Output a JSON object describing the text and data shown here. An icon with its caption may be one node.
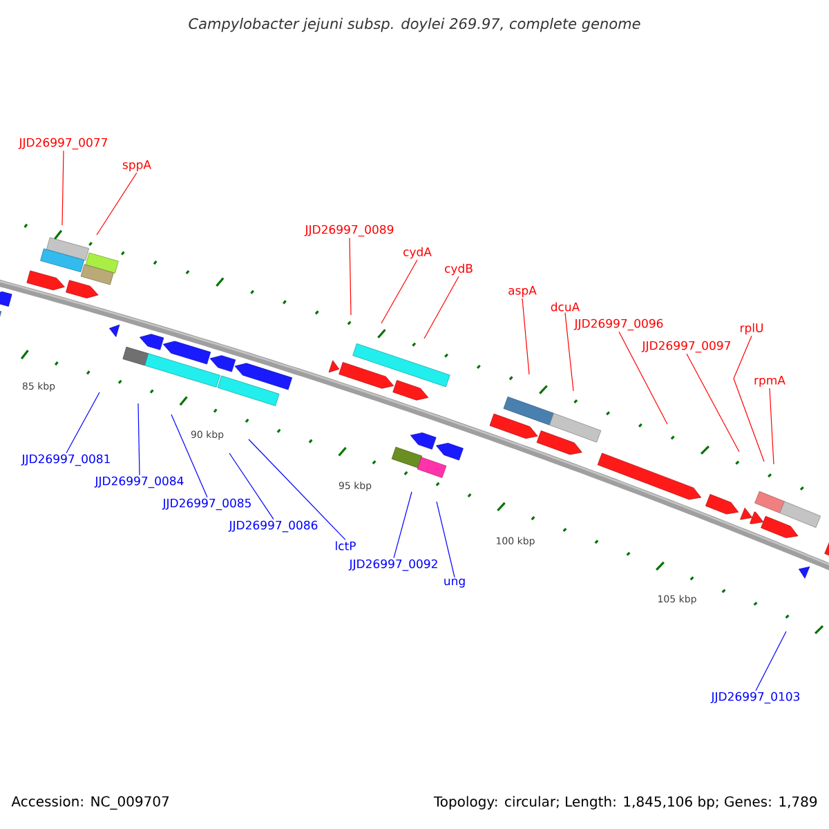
{
  "diagram": {
    "title": "Campylobacter jejuni subsp. doylei 269.97, complete genome",
    "nodes": [
      {
        "text": [
          "JJD26997_0077"
        ]
      },
      {
        "text": [
          "sppA"
        ]
      },
      {
        "text": [
          "JJD26997_0089"
        ]
      },
      {
        "text": [
          "cydA"
        ]
      },
      {
        "text": [
          "cydB"
        ]
      },
      {
        "text": [
          "aspA"
        ]
      },
      {
        "text": [
          "dcuA"
        ]
      },
      {
        "text": [
          "JJD26997_0096"
        ]
      },
      {
        "text": [
          "JJD26997_0097"
        ]
      },
      {
        "text": [
          "rplU"
        ]
      },
      {
        "text": [
          "rpmA"
        ]
      },
      {
        "text": [
          "JJD26997_0081"
        ]
      },
      {
        "text": [
          "JJD26997_0084"
        ]
      },
      {
        "text": [
          "JJD26997_0085"
        ]
      },
      {
        "text": [
          "JJD26997_0086"
        ]
      },
      {
        "text": [
          "lctP"
        ]
      },
      {
        "text": [
          "JJD26997_0092"
        ]
      },
      {
        "text": [
          "ung"
        ]
      },
      {
        "text": [
          "JJD26997_0103"
        ]
      }
    ],
    "edges": [
      {
        "from": 0,
        "to": null,
        "arrow": "none"
      },
      {
        "from": 1,
        "to": null,
        "arrow": "none"
      },
      {
        "from": 2,
        "to": null,
        "arrow": "none"
      },
      {
        "from": 3,
        "to": null,
        "arrow": "none"
      },
      {
        "from": 4,
        "to": null,
        "arrow": "none"
      },
      {
        "from": 5,
        "to": null,
        "arrow": "none"
      },
      {
        "from": 6,
        "to": null,
        "arrow": "none"
      },
      {
        "from": 7,
        "to": null,
        "arrow": "none"
      },
      {
        "from": 8,
        "to": null,
        "arrow": "none"
      },
      {
        "from": 9,
        "to": null,
        "arrow": "none"
      },
      {
        "from": 10,
        "to": null,
        "arrow": "none"
      },
      {
        "from": 11,
        "to": null,
        "arrow": "none",
        "color": "#0000ff"
      },
      {
        "from": 12,
        "to": null,
        "arrow": "none",
        "color": "#0000ff"
      },
      {
        "from": 13,
        "to": null,
        "arrow": "none",
        "color": "#0000ff"
      },
      {
        "from": 14,
        "to": null,
        "arrow": "none",
        "color": "#0000ff"
      },
      {
        "from": 15,
        "to": null,
        "arrow": "none",
        "color": "#0000ff"
      },
      {
        "from": 16,
        "to": null,
        "arrow": "none",
        "color": "#0000ff"
      },
      {
        "from": 17,
        "to": null,
        "arrow": "none",
        "color": "#0000ff"
      },
      {
        "from": 18,
        "to": null,
        "arrow": "none",
        "color": "#0000ff"
      }
    ],
    "labels": [
      "85 kbp",
      "90 kbp",
      "95 kbp",
      "100 kbp",
      "105 kbp",
      "Accession: NC_009707",
      "Topology: circular; Length: 1,845,106 bp; Genes: 1,789"
    ]
  }
}
